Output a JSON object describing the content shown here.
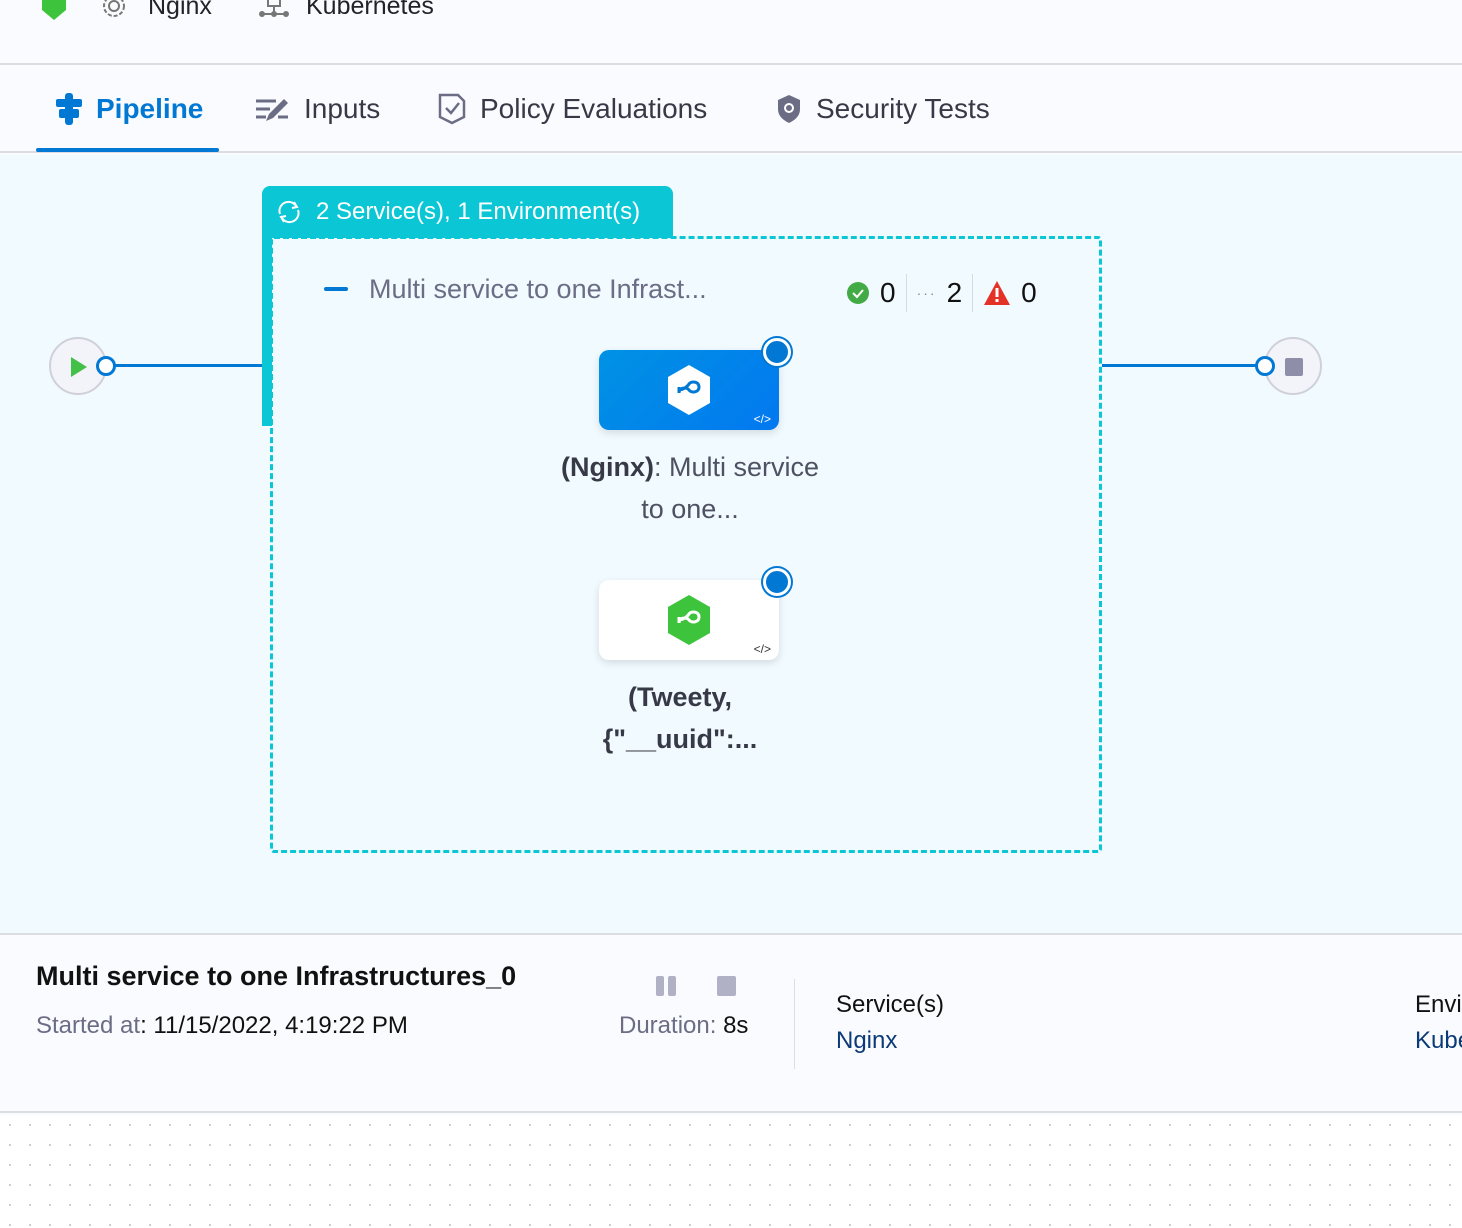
{
  "topbar": {
    "service_name": "Nginx",
    "environment_name": "Kubernetes",
    "icons": [
      "harness-green-logo",
      "gear-icon",
      "infrastructure-icon"
    ]
  },
  "tabs": [
    {
      "label": "Pipeline",
      "icon": "pipeline-icon",
      "active": true
    },
    {
      "label": "Inputs",
      "icon": "inputs-pencil-icon"
    },
    {
      "label": "Policy Evaluations",
      "icon": "policy-shield-check-icon"
    },
    {
      "label": "Security Tests",
      "icon": "security-shield-icon"
    }
  ],
  "pipeline": {
    "group_label": "2 Service(s), 1 Environment(s)",
    "stage_title": "Multi service to one Infrast...",
    "counts": {
      "success": "0",
      "running": "2",
      "failed": "0"
    },
    "nodes": [
      {
        "label_bold": "(Nginx)",
        "label_rest": ": Multi service to one...",
        "selected": true
      },
      {
        "label_bold": "(Tweety, {\"__uuid\":...",
        "label_rest": "",
        "selected": false
      }
    ]
  },
  "details": {
    "stage_name": "Multi service to one Infrastructures_0",
    "started_label": "Started at",
    "started_value": ": 11/15/2022, 4:19:22 PM",
    "duration_label": "Duration:",
    "duration_value": "8s",
    "services_heading": "Service(s)",
    "services_value": "Nginx",
    "env_heading": "Envi",
    "env_value": "Kube"
  },
  "colors": {
    "accent": "#0278d5",
    "group": "#0bc7d6",
    "success": "#42ab45",
    "failed": "#e43326"
  }
}
